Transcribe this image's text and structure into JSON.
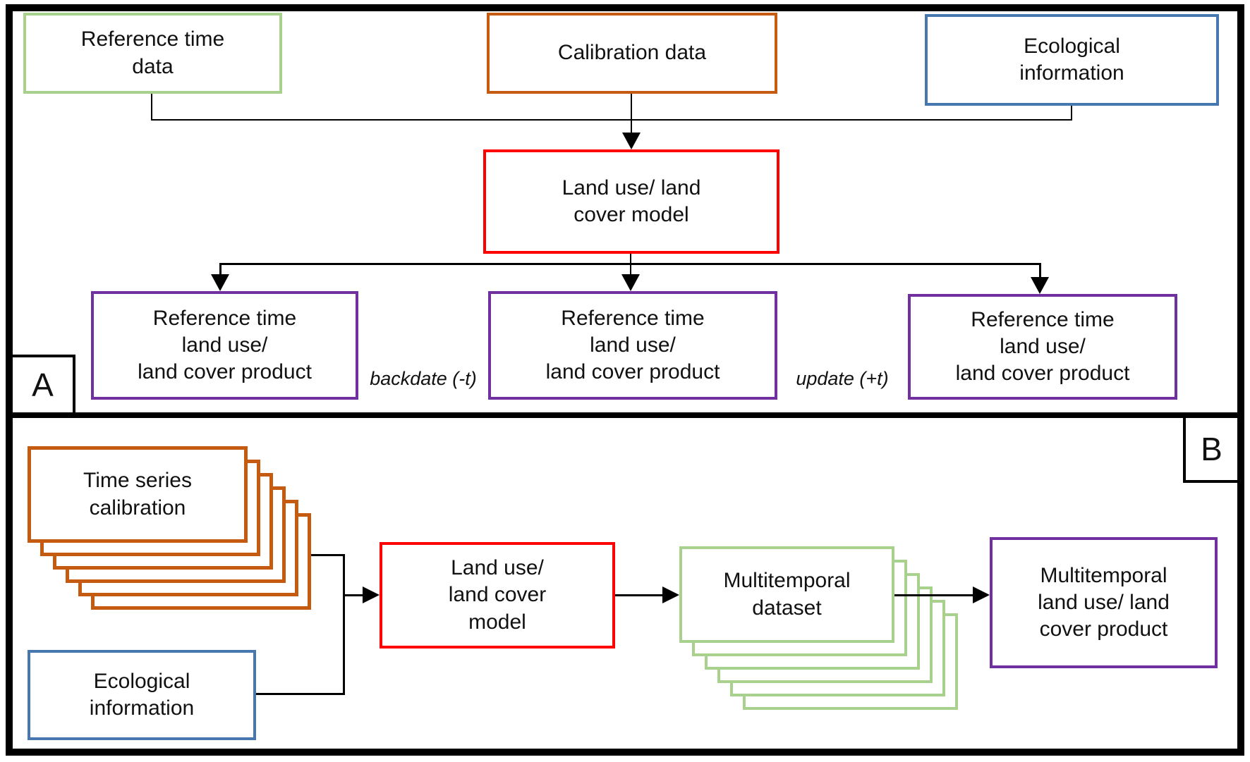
{
  "colors": {
    "green": "#a9d18e",
    "orange": "#c55a11",
    "blue": "#4678af",
    "red": "#ff0000",
    "purple": "#7030a0",
    "line": "#000000"
  },
  "panel_a": {
    "label": "A",
    "reference_time_data": "Reference time\ndata",
    "calibration_data": "Calibration data",
    "ecological_information": "Ecological\ninformation",
    "model": "Land use/ land\ncover model",
    "products": [
      "Reference time\nland use/\nland cover product",
      "Reference time\nland use/\nland cover product",
      "Reference time\nland use/\nland cover product"
    ],
    "backdate_label": "backdate (-t)",
    "update_label": "update (+t)"
  },
  "panel_b": {
    "label": "B",
    "time_series_calibration": "Time series\ncalibration",
    "ecological_information": "Ecological\ninformation",
    "model": "Land use/\nland cover\nmodel",
    "multitemporal_dataset": "Multitemporal\ndataset",
    "multitemporal_product": "Multitemporal\nland use/ land\ncover product"
  }
}
